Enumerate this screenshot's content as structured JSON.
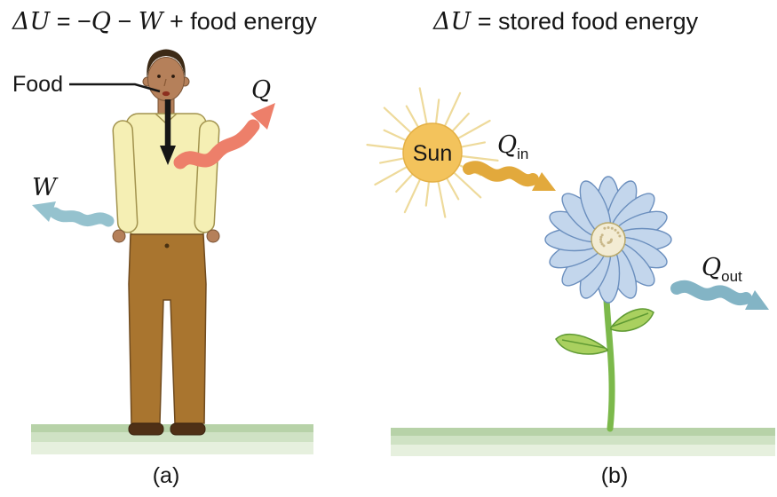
{
  "figure": {
    "panel_a": {
      "equation": {
        "lhs": "ΔU",
        "op1": " = −",
        "q": "Q",
        "op2": " − ",
        "w": "W",
        "tail": " + food energy"
      },
      "food_label": "Food",
      "q_label": "Q",
      "w_label": "W",
      "caption": "(a)"
    },
    "panel_b": {
      "equation": {
        "lhs": "ΔU",
        "tail": " = stored food energy"
      },
      "sun_label": "Sun",
      "q_in": {
        "base": "Q",
        "sub": "in"
      },
      "q_out": {
        "base": "Q",
        "sub": "out"
      },
      "caption": "(b)"
    }
  },
  "colors": {
    "q_arrow": "#ed7f6a",
    "w_arrow": "#95c2ce",
    "q_in_arrow": "#e2a93c",
    "q_out_arrow": "#83b4c5",
    "food_arrow": "#161616",
    "shirt": "#f5efb4",
    "pants": "#a9752f",
    "skin": "#b5805a",
    "hair": "#3c2a16",
    "shoes": "#4f3016",
    "sun": "#f3c35c",
    "sun_rays": "#eeda9b",
    "petal": "#c3d6ec",
    "petal_outline": "#6b8fbe",
    "flower_center": "#f3ecd4",
    "stem": "#7cb94b",
    "leaf": "#a9d05f",
    "ground_dark": "#b7d2a8",
    "ground_mid": "#cfe2c4",
    "ground_light": "#e6f0de"
  }
}
